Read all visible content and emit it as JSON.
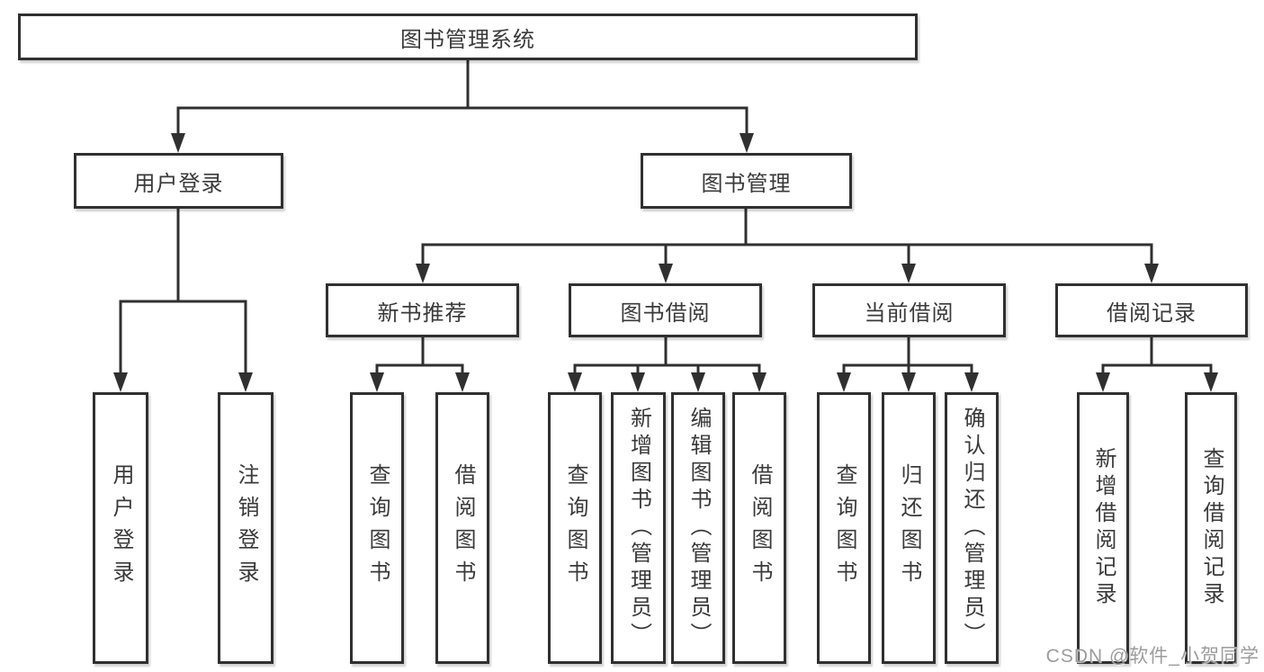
{
  "diagram": {
    "title": "图书管理系统",
    "branches": [
      {
        "label": "用户登录",
        "leaves": [
          "用户登录",
          "注销登录"
        ]
      },
      {
        "label": "图书管理",
        "groups": [
          {
            "label": "新书推荐",
            "leaves": [
              "查询图书",
              "借阅图书"
            ]
          },
          {
            "label": "图书借阅",
            "leaves": [
              "查询图书",
              "新增图书（管理员）",
              "编辑图书（管理员）",
              "借阅图书"
            ]
          },
          {
            "label": "当前借阅",
            "leaves": [
              "查询图书",
              "归还图书",
              "确认归还（管理员）"
            ]
          },
          {
            "label": "借阅记录",
            "leaves": [
              "新增借阅记录",
              "查询借阅记录"
            ]
          }
        ]
      }
    ]
  },
  "watermark": {
    "text": "CSDN @软件_小贺同学"
  },
  "colors": {
    "line": "#303030",
    "node_border": "#303030",
    "text": "#3a3a3a",
    "background": "#ffffff",
    "watermark": "#9c9c9c"
  }
}
